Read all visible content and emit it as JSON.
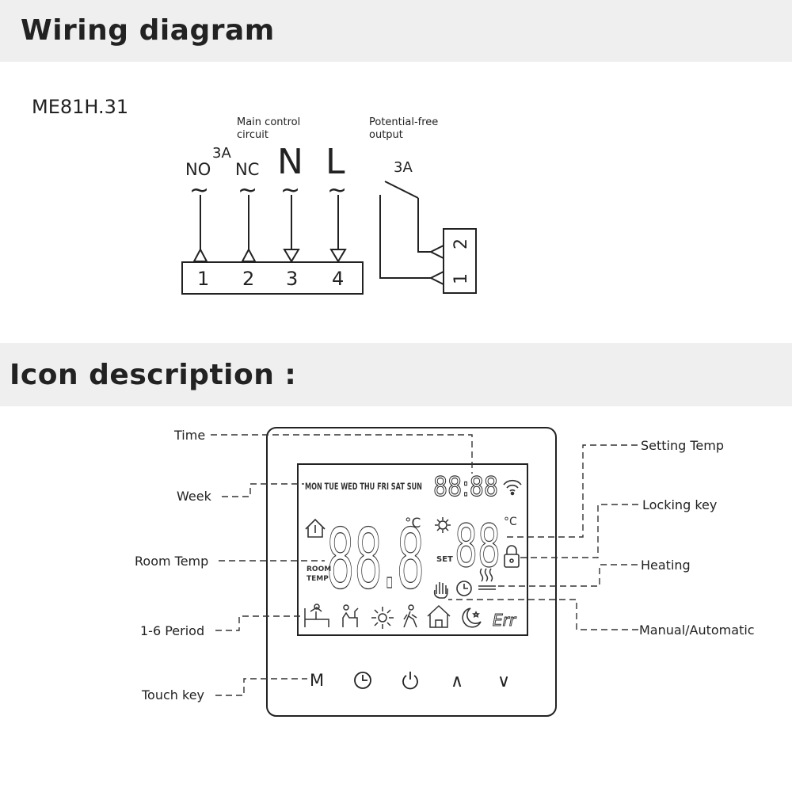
{
  "sections": {
    "wiring_title": "Wiring diagram",
    "icon_title": "Icon description :"
  },
  "wiring": {
    "model": "ME81H.31",
    "main_control_line1": "Main control",
    "main_control_line2": "circuit",
    "potential_free_line1": "Potential-free",
    "potential_free_line2": "output",
    "terminals": [
      {
        "name": "NO",
        "number": "1"
      },
      {
        "name": "NC",
        "number": "2"
      },
      {
        "name": "N",
        "number": "3"
      },
      {
        "name": "L",
        "number": "4"
      }
    ],
    "rating_main": "3A",
    "rating_output": "3A",
    "output_terminals": [
      "1",
      "2"
    ],
    "tilde": "~"
  },
  "icons": {
    "labels": {
      "time": "Time",
      "week": "Week",
      "room_temp": "Room Temp",
      "period": "1-6 Period",
      "touch_key": "Touch key",
      "setting_temp": "Setting Temp",
      "locking_key": "Locking key",
      "heating": "Heating",
      "manual_auto": "Manual/Automatic"
    },
    "lcd": {
      "week_days": "MON TUE WED THU FRI SAT SUN",
      "time_digits": "88:88",
      "room_digits": "88.8",
      "set_digits": "88",
      "celsius": "°C",
      "set_label": "SET",
      "room_label_line1": "ROOM",
      "room_label_line2": "TEMP",
      "err": "Err"
    },
    "keys": {
      "mode": "M",
      "up": "∧",
      "down": "∨"
    }
  }
}
